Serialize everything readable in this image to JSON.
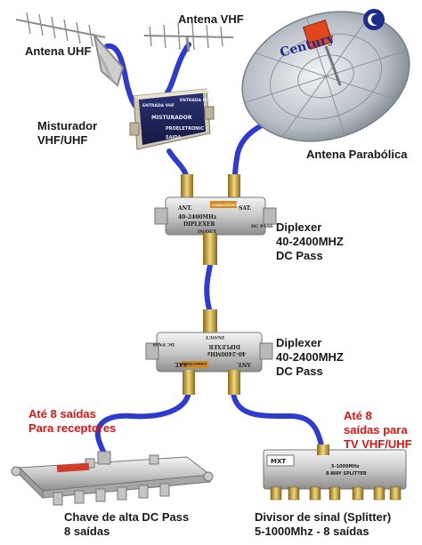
{
  "labels": {
    "antena_uhf": "Antena UHF",
    "antena_vhf": "Antena VHF",
    "misturador_line1": "Misturador",
    "misturador_line2": "VHF/UHF",
    "antena_parabolica": "Antena Parabólica",
    "diplexer1_line1": "Diplexer",
    "diplexer1_line2": "40-2400MHZ",
    "diplexer1_line3": "DC Pass",
    "diplexer2_line1": "Diplexer",
    "diplexer2_line2": "40-2400MHZ",
    "diplexer2_line3": "DC Pass",
    "ate8_left_line1": "Até 8 saídas",
    "ate8_left_line2": "Para receptores",
    "ate8_right_line1": "Até 8",
    "ate8_right_line2": "saídas para",
    "ate8_right_line3": "TV VHF/UHF",
    "chave_line1": "Chave de alta DC Pass",
    "chave_line2": "8 saídas",
    "divisor_line1": "Divisor de sinal (Splitter)",
    "divisor_line2": "5-1000Mhz - 8 saídas"
  },
  "device_print": {
    "mixer_in_vhf": "ENTRADA VHF",
    "mixer_in_uhf": "ENTRADA UHF",
    "mixer_brand": "MISTURADOR",
    "mixer_maker": "PROELETRONIC",
    "mixer_out": "SAIDA",
    "dish_brand": "Century",
    "diplexer_ant": "ANT.",
    "diplexer_sat": "SAT.",
    "diplexer_freq": "40-2400MHz",
    "diplexer_name": "DIPLEXER",
    "diplexer_inout": "IN/OUT",
    "diplexer_dcpass": "DC PASS",
    "diplexer_logo": "conecttech",
    "splitter_brand": "MXT",
    "splitter_freq": "5-1000MHz",
    "splitter_name": "8-WAY SPLITTER"
  },
  "colors": {
    "cable": "#2e3bd0",
    "label_text": "#1a1a1a",
    "highlight_text": "#e01212"
  }
}
